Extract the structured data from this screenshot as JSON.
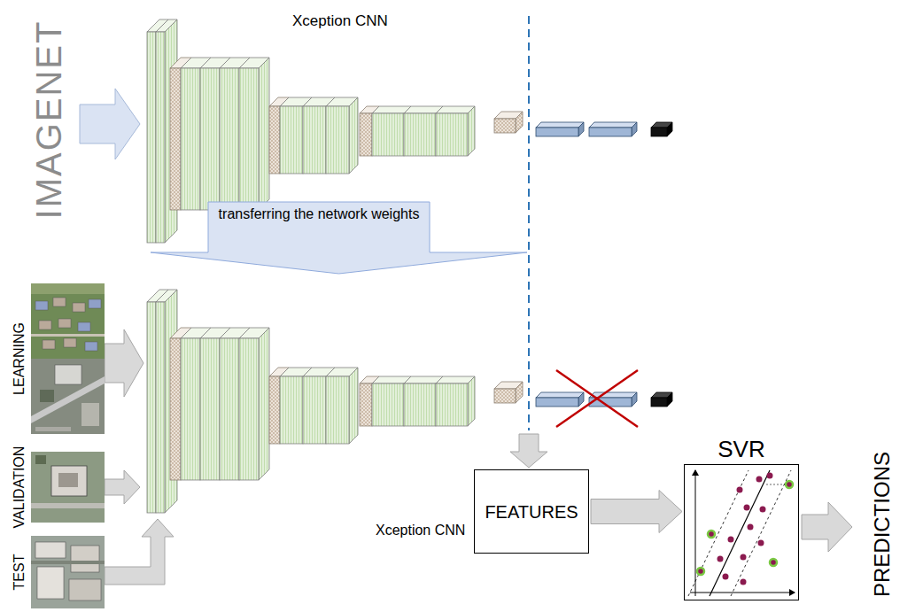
{
  "diagram": {
    "nodes": [
      {
        "text": [
          "transferring the network weights"
        ]
      },
      {
        "text": [
          "FEATURES"
        ]
      },
      {
        "text": [
          "SVR"
        ]
      }
    ],
    "edges": [
      {
        "from": 1,
        "to": 2,
        "arrow": "to"
      }
    ],
    "labels": [
      "IMAGENET",
      "Xception CNN",
      "LEARNING",
      "VALIDATION",
      "TEST",
      "Xception CNN",
      "PREDICTIONS"
    ]
  }
}
